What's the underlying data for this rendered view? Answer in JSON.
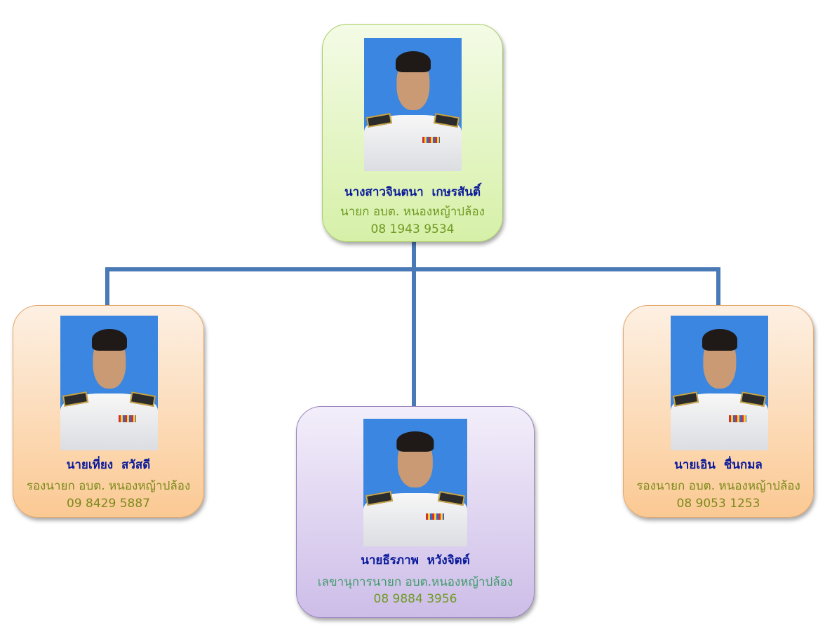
{
  "org_chart": {
    "top": {
      "name": "นางสาวจินตนา  เกษรสันติ์",
      "title": "นายก อบต. หนองหญ้าปล้อง",
      "phone": "08 1943 9534"
    },
    "left": {
      "name": "นายเที่ยง  สวัสดี",
      "title": "รองนายก อบต. หนองหญ้าปล้อง",
      "phone": "09 8429 5887"
    },
    "center": {
      "name": "นายธีรภาพ  หวังจิตต์",
      "title": "เลขานุการนายก อบต.หนองหญ้าปล้อง",
      "phone": "08 9884 3956"
    },
    "right": {
      "name": "นายเอิน  ชื่นกมล",
      "title": "รองนายก อบต. หนองหญ้าปล้อง",
      "phone": "08 9053 1253"
    }
  },
  "colors": {
    "connector": "#4a7ab5",
    "name_text": "#0a1a9a",
    "title_text": "#6f9a23"
  }
}
